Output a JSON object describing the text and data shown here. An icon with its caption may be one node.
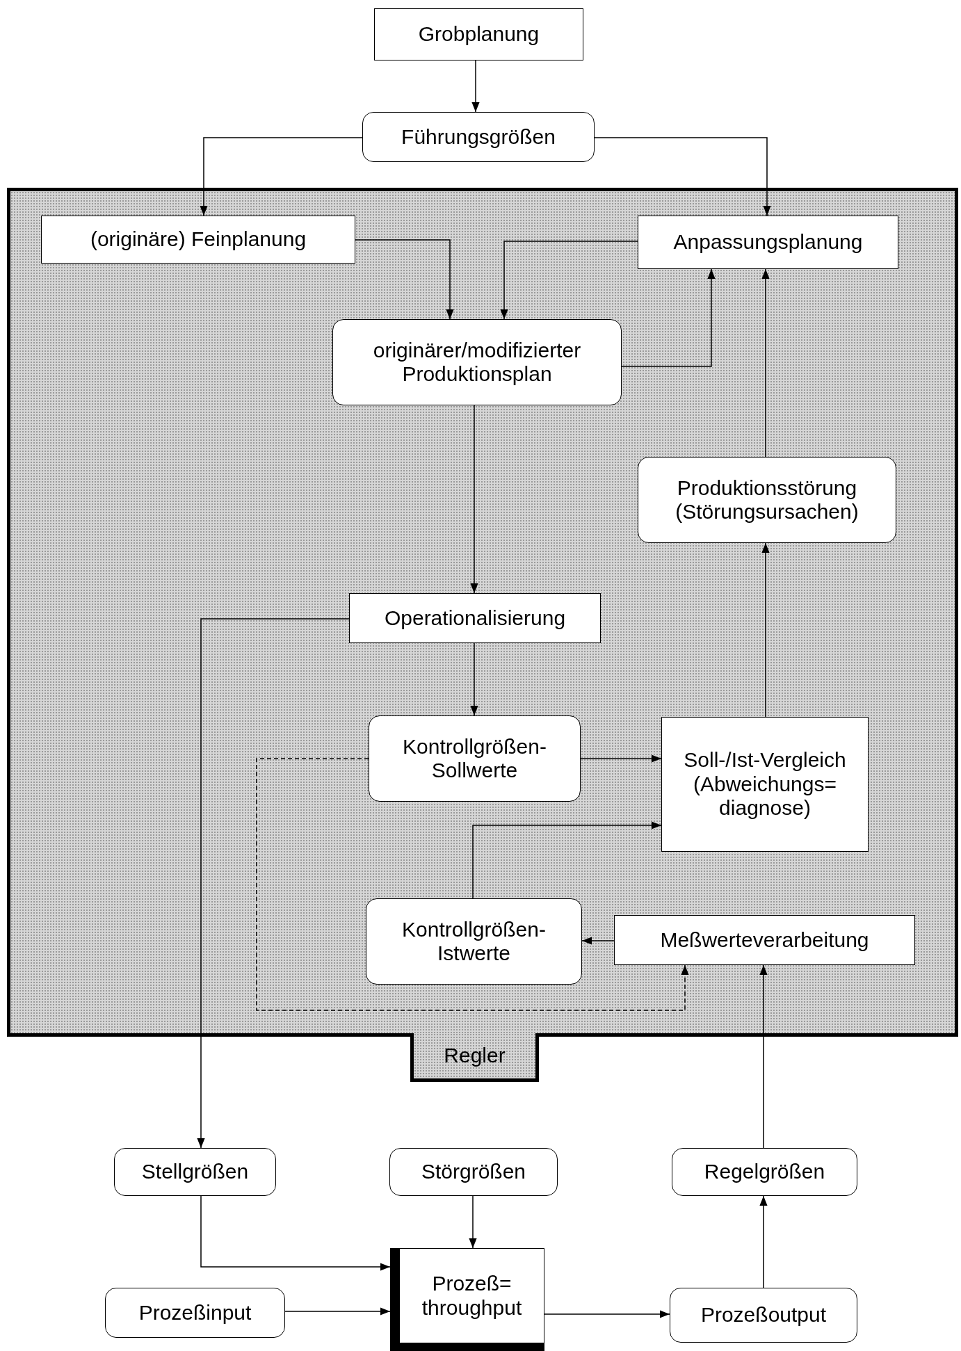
{
  "diagram": {
    "nodes": [
      {
        "text": [
          "Grobplanung"
        ]
      },
      {
        "text": [
          "Führungsgrößen"
        ]
      },
      {
        "text": [
          "Regler"
        ]
      },
      {
        "text": [
          "(originäre) Feinplanung"
        ],
        "in": 2
      },
      {
        "text": [
          "Anpassungsplanung"
        ],
        "in": 2
      },
      {
        "text": [
          "originärer/modifizierter Produktionsplan"
        ],
        "in": 2
      },
      {
        "text": [
          "Produktionsstörung (Störungsursachen)"
        ],
        "in": 2
      },
      {
        "text": [
          "Operationalisierung"
        ],
        "in": 2
      },
      {
        "text": [
          "Kontrollgrößen-Sollwerte"
        ],
        "in": 2
      },
      {
        "text": [
          "Soll-/Ist-Vergleich (Abweichungs= diagnose)"
        ],
        "in": 2
      },
      {
        "text": [
          "Kontrollgrößen-Istwerte"
        ],
        "in": 2
      },
      {
        "text": [
          "Meßwerteverarbeitung"
        ],
        "in": 2
      },
      {
        "text": [
          "Stellgrößen"
        ]
      },
      {
        "text": [
          "Störgrößen"
        ]
      },
      {
        "text": [
          "Regelgrößen"
        ]
      },
      {
        "text": [
          "Prozeßinput"
        ]
      },
      {
        "text": [
          "Prozeß= throughput"
        ]
      },
      {
        "text": [
          "Prozeßoutput"
        ]
      }
    ],
    "edges": [
      {
        "from": 0,
        "to": 1,
        "arrow": "to"
      },
      {
        "from": 1,
        "to": 3,
        "arrow": "to"
      },
      {
        "from": 1,
        "to": 4,
        "arrow": "to"
      },
      {
        "from": 3,
        "to": 5,
        "arrow": "to"
      },
      {
        "from": 4,
        "to": 5,
        "arrow": "to"
      },
      {
        "from": 5,
        "to": 4,
        "arrow": "to"
      },
      {
        "from": 5,
        "to": 7,
        "arrow": "to"
      },
      {
        "from": 6,
        "to": 4,
        "arrow": "to"
      },
      {
        "from": 9,
        "to": 6,
        "arrow": "to"
      },
      {
        "from": 7,
        "to": 8,
        "arrow": "to"
      },
      {
        "from": 7,
        "to": 12,
        "arrow": "to"
      },
      {
        "from": 8,
        "to": 9,
        "arrow": "to"
      },
      {
        "from": 10,
        "to": 9,
        "arrow": "to"
      },
      {
        "from": 8,
        "to": 11,
        "arrow": "to",
        "style": "dashed"
      },
      {
        "from": 11,
        "to": 10,
        "arrow": "to"
      },
      {
        "from": 14,
        "to": 11,
        "arrow": "to"
      },
      {
        "from": 12,
        "to": 16,
        "arrow": "to"
      },
      {
        "from": 13,
        "to": 16,
        "arrow": "to"
      },
      {
        "from": 15,
        "to": 16,
        "arrow": "to"
      },
      {
        "from": 16,
        "to": 17,
        "arrow": "to"
      },
      {
        "from": 17,
        "to": 14,
        "arrow": "to"
      }
    ]
  }
}
